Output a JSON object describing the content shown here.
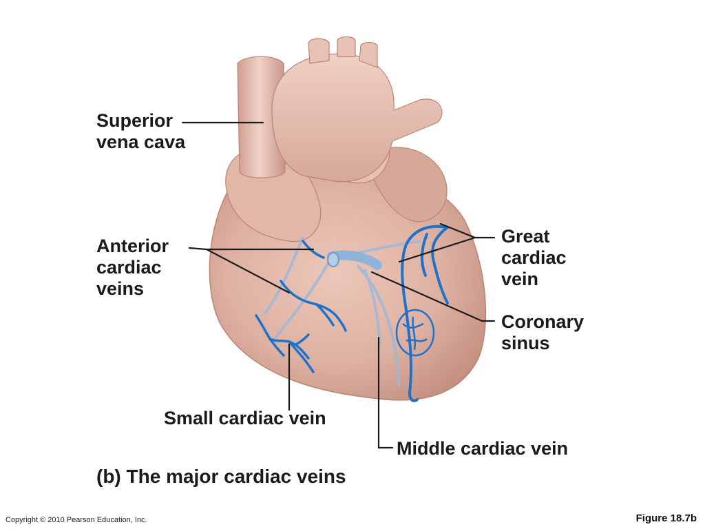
{
  "labels": {
    "superior_vena_cava": [
      "Superior",
      "vena cava"
    ],
    "anterior_cardiac_veins": [
      "Anterior",
      "cardiac",
      "veins"
    ],
    "great_cardiac_vein": [
      "Great",
      "cardiac",
      "vein"
    ],
    "coronary_sinus": [
      "Coronary",
      "sinus"
    ],
    "small_cardiac_vein": [
      "Small cardiac vein"
    ],
    "middle_cardiac_vein": [
      "Middle cardiac vein"
    ]
  },
  "caption": "(b) The major cardiac veins",
  "copyright": "Copyright © 2010 Pearson Education, Inc.",
  "figure_number": "Figure 18.7b",
  "colors": {
    "heart_tissue": "#deb1a2",
    "heart_shadow": "#c48f7f",
    "vein_blue": "#1e73c8",
    "faint_vein": "#9fb8d6",
    "leader_line": "#1a1a1a"
  }
}
